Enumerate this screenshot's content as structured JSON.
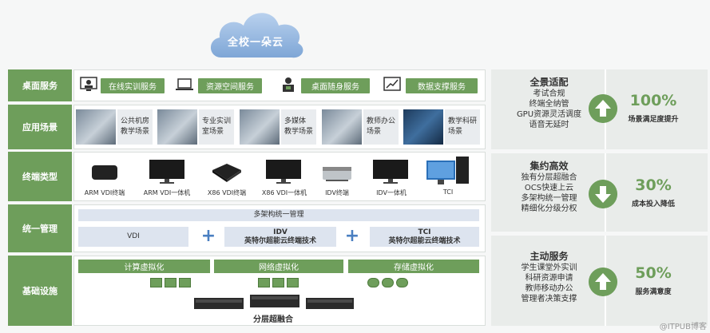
{
  "cloud": {
    "label": "全校一朵云"
  },
  "rows": {
    "desktop_services": "桌面服务",
    "application_scenarios": "应用场景",
    "terminal_types": "终端类型",
    "unified_management": "统一管理",
    "infrastructure": "基础设施"
  },
  "services": [
    "在线实训服务",
    "资源空间服务",
    "桌面随身服务",
    "数据支撑服务"
  ],
  "scenes": [
    {
      "label_1": "公共机房",
      "label_2": "教学场景"
    },
    {
      "label_1": "专业实训",
      "label_2": "室场景"
    },
    {
      "label_1": "多媒体",
      "label_2": "教学场景"
    },
    {
      "label_1": "教师办公",
      "label_2": "场景"
    },
    {
      "label_1": "教学科研",
      "label_2": "场景"
    }
  ],
  "devices": [
    "ARM VDI终端",
    "ARM VDI一体机",
    "X86 VDI终端",
    "X86 VDI一体机",
    "IDV终端",
    "IDV一体机",
    "TCI"
  ],
  "management": {
    "header": "多架构统一管理",
    "vdi": "VDI",
    "idv_1": "IDV",
    "idv_2": "英特尔超能云终端技术",
    "tci_1": "TCI",
    "tci_2": "英特尔超能云终端技术"
  },
  "infrastructure": {
    "compute": "计算虚拟化",
    "network": "网络虚拟化",
    "storage": "存储虚拟化",
    "footer": "分层超融合"
  },
  "panels": [
    {
      "title": "全景适配",
      "lines": [
        "考试合规",
        "终端全纳管",
        "GPU资源灵活调度",
        "语音无延时"
      ],
      "percent": "100%",
      "result": "场景满足度提升",
      "arrow": "up"
    },
    {
      "title": "集约高效",
      "lines": [
        "独有分层超融合",
        "OCS快速上云",
        "多架构统一管理",
        "精细化分级分权"
      ],
      "percent": "30%",
      "result": "成本投入降低",
      "arrow": "down"
    },
    {
      "title": "主动服务",
      "lines": [
        "学生课堂外实训",
        "科研资源申请",
        "教师移动办公",
        "管理者决策支撑"
      ],
      "percent": "50%",
      "result": "服务满意度",
      "arrow": "up"
    }
  ],
  "watermark": "@ITPUB博客",
  "colors": {
    "accent": "#6e9e5b",
    "cloud": "#8fb4dd",
    "mgmt": "#dde4ef",
    "plus": "#4a7fc1"
  }
}
